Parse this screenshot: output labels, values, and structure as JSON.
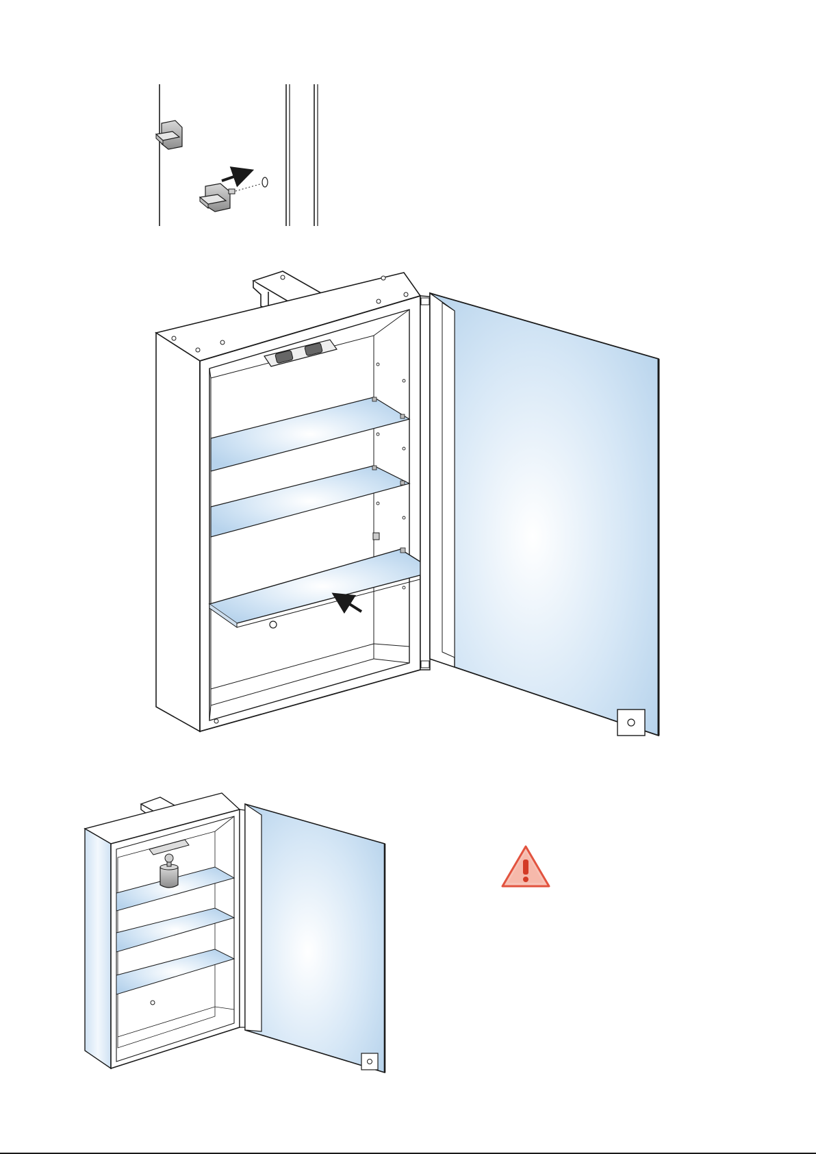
{
  "document": {
    "type": "assembly-instructions-page",
    "colors": {
      "line": "#1a1a1a",
      "glass_light": "#eef5fc",
      "glass_mid": "#c9def1",
      "glass_dark": "#a9c9e8",
      "part_grey": "#9a9a9a",
      "warning_red": "#e2533f",
      "warning_fill": "#f7c7bd"
    },
    "figures": [
      {
        "id": "step-shelf-support-insert",
        "icons": [
          "shelf-support-clip",
          "insert-arrow",
          "mounting-hole"
        ]
      },
      {
        "id": "step-place-glass-shelf",
        "icons": [
          "cabinet",
          "glass-shelf",
          "mirror-door",
          "light-fixture",
          "power-socket",
          "insert-arrow"
        ]
      },
      {
        "id": "step-load-warning",
        "icons": [
          "cabinet",
          "weight-icon",
          "warning-triangle-icon"
        ]
      }
    ]
  }
}
